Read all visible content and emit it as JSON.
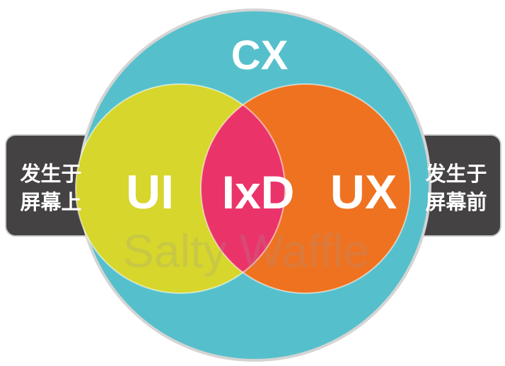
{
  "diagram": {
    "outer_label": "CX",
    "left_label": "UI",
    "center_label": "IxD",
    "right_label": "UX",
    "left_side_text": [
      "发生于",
      "屏幕上"
    ],
    "right_side_text": [
      "发生于",
      "屏幕前"
    ],
    "watermark": "Salty Waffle"
  },
  "colors": {
    "outer_circle": "#55c0cc",
    "left_circle": "#d6d62c",
    "right_circle": "#ef7220",
    "intersection": "#ea3469",
    "side_box": "#454244",
    "label_text": "#ffffff",
    "watermark": "#9a9a9a"
  }
}
